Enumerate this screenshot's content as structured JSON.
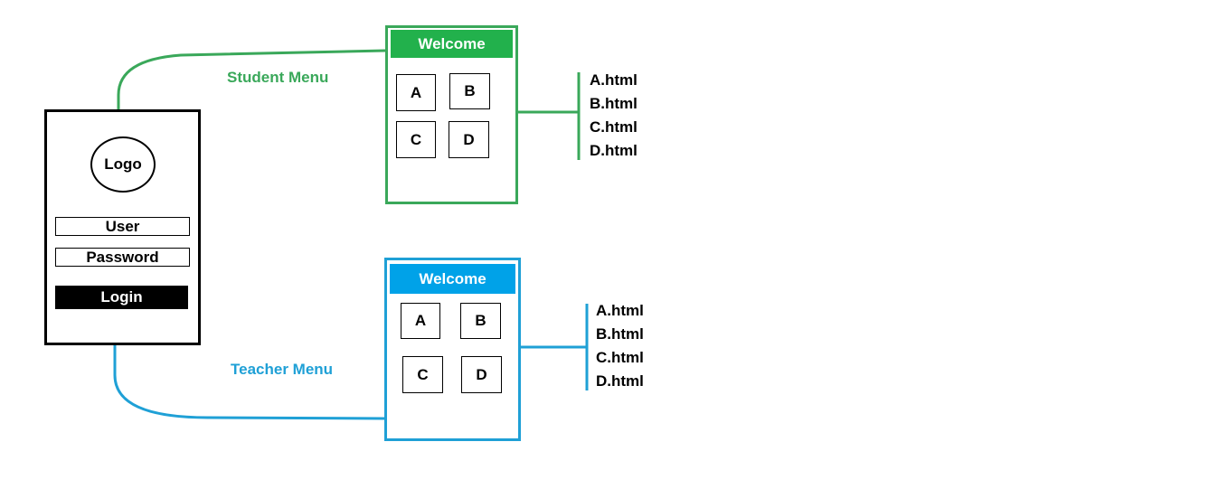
{
  "login": {
    "logo_label": "Logo",
    "user_field": "User",
    "password_field": "Password",
    "login_button": "Login"
  },
  "student_menu": {
    "label": "Student Menu",
    "welcome": "Welcome",
    "tiles": [
      "A",
      "B",
      "C",
      "D"
    ],
    "pages": [
      "A.html",
      "B.html",
      "C.html",
      "D.html"
    ],
    "color": "#22b14c"
  },
  "teacher_menu": {
    "label": "Teacher Menu",
    "welcome": "Welcome",
    "tiles": [
      "A",
      "B",
      "C",
      "D"
    ],
    "pages": [
      "A.html",
      "B.html",
      "C.html",
      "D.html"
    ],
    "color": "#00a2e8"
  }
}
